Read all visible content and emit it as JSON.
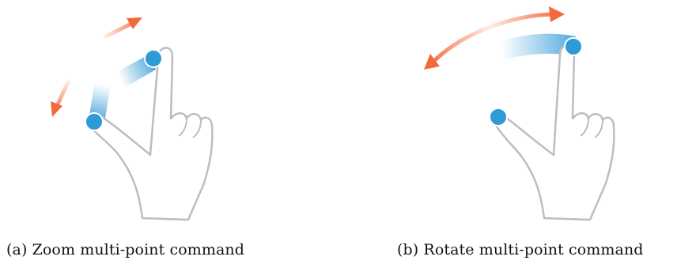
{
  "colors": {
    "touch_point": "#2e9ad6",
    "touch_point_rim": "#ffffff",
    "motion_trail": "#4aa5dc",
    "arrow": "#f26a3c",
    "hand_outline": "#bdbdbd"
  },
  "icons": {
    "hand": "pointing-hand-icon",
    "touch_point": "touch-point-icon",
    "arrow": "gesture-arrow-icon"
  },
  "figures": [
    {
      "id": "a",
      "gesture": "zoom",
      "caption": "(a) Zoom multi-point command"
    },
    {
      "id": "b",
      "gesture": "rotate",
      "caption": "(b) Rotate multi-point command"
    }
  ]
}
